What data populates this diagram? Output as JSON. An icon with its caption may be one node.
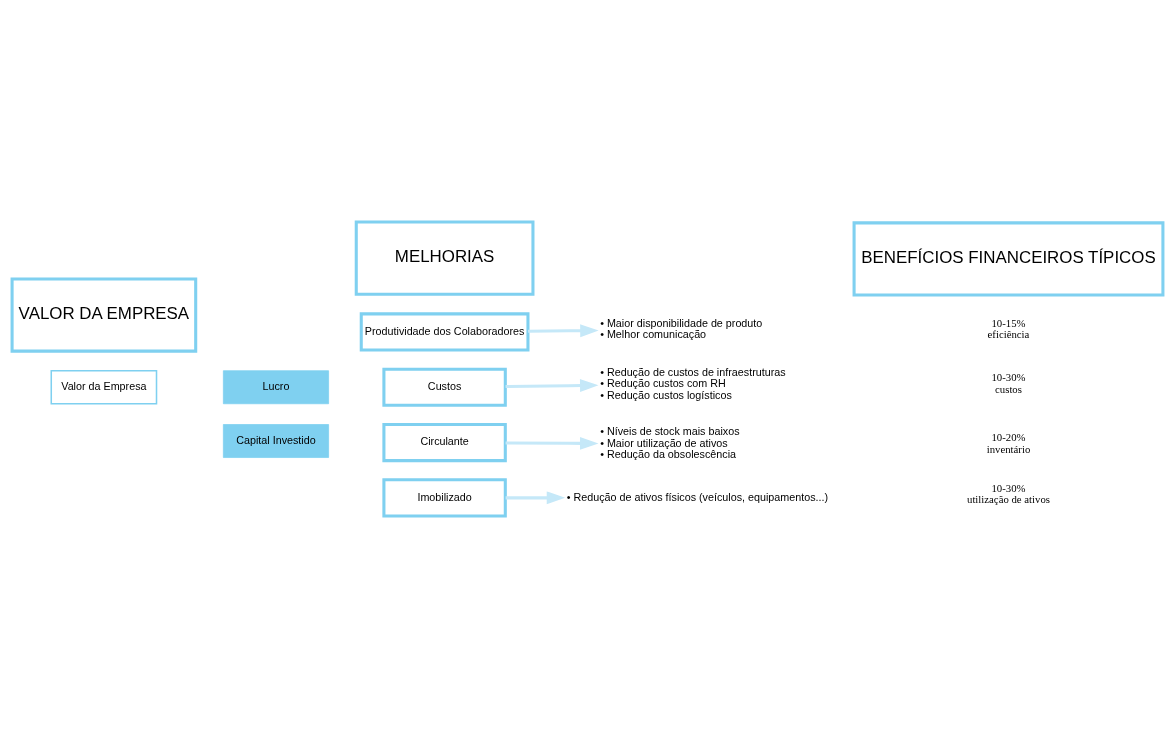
{
  "diagram": {
    "nodes": [
      {
        "text": [
          "VALOR DA EMPRESA"
        ]
      },
      {
        "text": [
          "MELHORIAS"
        ]
      },
      {
        "text": [
          "BENEFÍCIOS FINANCEIROS TÍPICOS"
        ]
      },
      {
        "text": [
          "Produtividade dos Colaboradores"
        ]
      },
      {
        "text": [
          "• Maior disponibilidade de produto",
          "• Melhor comunicação"
        ]
      },
      {
        "text": [
          "Lucro"
        ]
      },
      {
        "text": [
          "Custos"
        ]
      },
      {
        "text": [
          "• Redução de custos de infraestruturas",
          "• Redução custos com RH",
          "• Redução custos logísticos"
        ]
      },
      {
        "text": [
          "Valor da Empresa"
        ]
      },
      {
        "text": [
          "Circulante"
        ]
      },
      {
        "text": [
          "• Níveis de stock mais baixos",
          "• Maior utilização de ativos",
          "• Redução da obsolescência"
        ]
      },
      {
        "text": [
          "Capital Investido"
        ]
      },
      {
        "text": [
          "Imobilizado"
        ]
      },
      {
        "text": [
          "• Redução de ativos físicos (veículos, equipamentos...)"
        ]
      }
    ],
    "edges": [
      {
        "from": 3,
        "to": 4,
        "arrow": "to"
      },
      {
        "from": 6,
        "to": 7,
        "arrow": "to"
      },
      {
        "from": 9,
        "to": 10,
        "arrow": "to"
      },
      {
        "from": 12,
        "to": 13,
        "arrow": "to"
      }
    ],
    "labels": [
      "10-15% eficiência",
      "10-30% custos",
      "10-20% inventário",
      "10-30% utilização de ativos"
    ]
  }
}
